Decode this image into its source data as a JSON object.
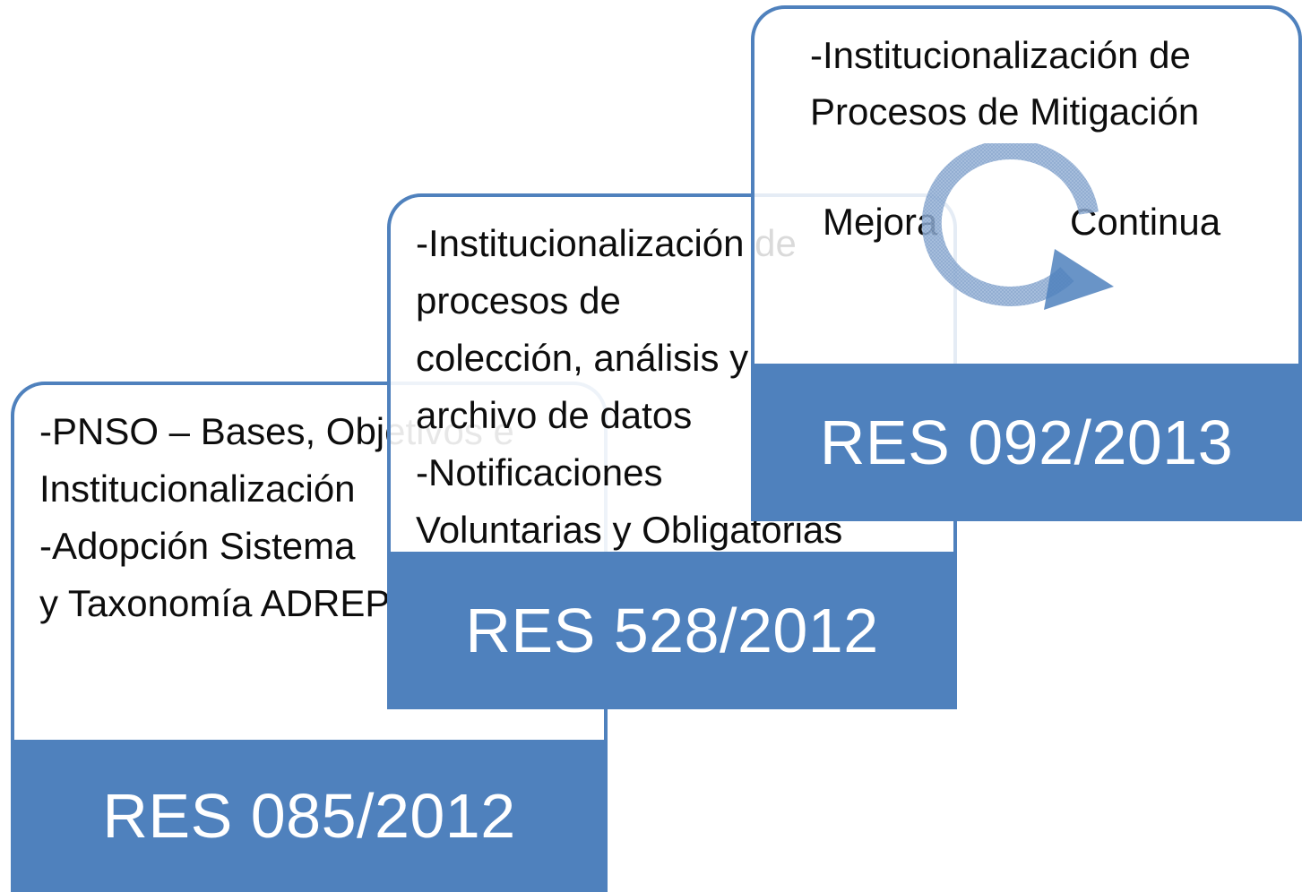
{
  "cards": [
    {
      "lines": [
        "-PNSO – Bases, Objetivos e",
        "Institucionalización",
        "-Adopción Sistema",
        "y Taxonomía ADREP"
      ],
      "label": "RES 085/2012"
    },
    {
      "lines": [
        "-Institucionalización de",
        "procesos de",
        "colección, análisis y",
        "archivo de datos",
        "-Notificaciones",
        "Voluntarias y Obligatorias"
      ],
      "label": "RES 528/2012"
    },
    {
      "lines": [
        "-Institucionalización de",
        "Procesos de Mitigación"
      ],
      "cycle_left": "Mejora",
      "cycle_right": "Continua",
      "label": "RES 092/2013"
    }
  ],
  "colors": {
    "accent": "#4f81bd",
    "text": "#0d0d0d",
    "bar_text": "#ffffff"
  },
  "icons": {
    "cycle": "circular-arrow-icon"
  }
}
